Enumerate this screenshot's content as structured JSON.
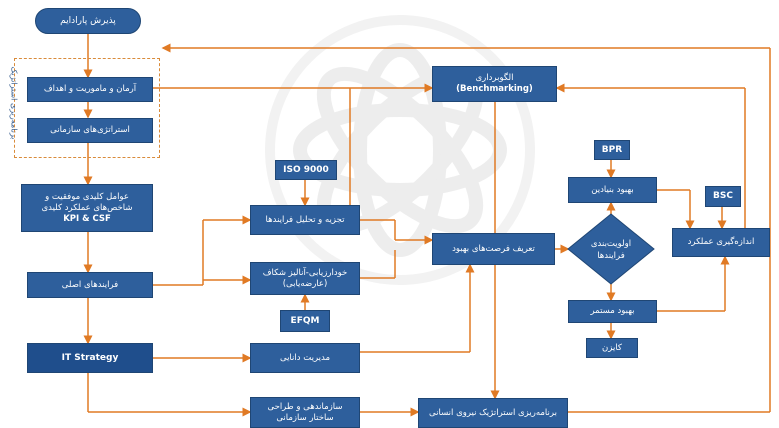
{
  "colors": {
    "node_fill": "#2e5f9c",
    "connector": "#e07a24",
    "dashed_frame": "#d98b3a"
  },
  "nodes": {
    "start": "پذیرش پارادایم",
    "vision": "آرمان و ماموریت و اهداف",
    "strategies": "استراتژی‌های سازمانی",
    "csf_line1": "عوامل کلیدی موفقیت و",
    "csf_line2": "شاخص‌های عملکرد کلیدی",
    "csf_line3": "KPI & CSF",
    "core_processes": "فرایندهای اصلی",
    "it_strategy": "IT Strategy",
    "benchmarking_line1": "الگوبرداری",
    "benchmarking_line2": "(Benchmarking)",
    "iso": "ISO 9000",
    "process_analysis": "تجزیه و تحلیل فرایندها",
    "self_assessment_line1": "خودارزیابی-آنالیز شکاف",
    "self_assessment_line2": "(عارضه‌یابی)",
    "efqm": "EFQM",
    "knowledge_mgmt": "مدیریت دانایی",
    "org_structure_line1": "سازماندهی و طراحی",
    "org_structure_line2": "ساختار سازمانی",
    "improvement_opps": "تعریف فرصت‌های بهبود",
    "hr_planning": "برنامه‌ریزی استراتژیک نیروی انسانی",
    "bpr": "BPR",
    "radical": "بهبود بنیادین",
    "prioritize_line1": "اولویت‌بندی",
    "prioritize_line2": "فرایندها",
    "continuous": "بهبود مستمر",
    "kaizen": "کایزن",
    "bsc": "BSC",
    "performance": "اندازه‌گیری عملکرد"
  },
  "strategic_planning_label": "برنامه‌ریزی استراتژیک"
}
